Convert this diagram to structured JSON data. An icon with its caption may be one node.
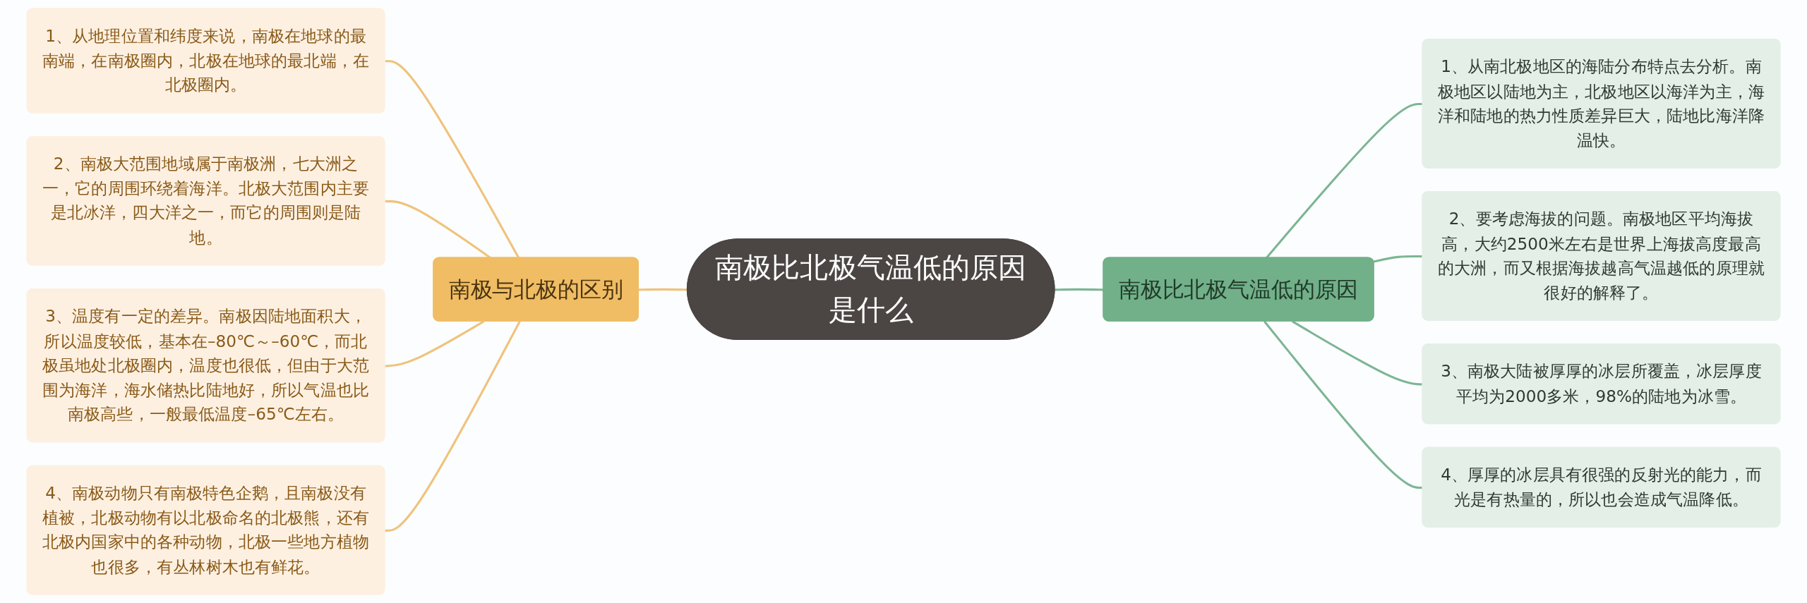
{
  "diagram": {
    "nodes": [
      {
        "text": [
          "南极比北极气温低的原因是什么"
        ]
      },
      {
        "text": [
          "南极与北极的区别"
        ]
      },
      {
        "text": [
          "1、从地理位置和纬度来说，南极在地球的最南端，在南极圈内，北极在地球的最北端，在北极圈内。"
        ]
      },
      {
        "text": [
          "2、南极大范围地域属于南极洲，七大洲之一，它的周围环绕着海洋。北极大范围内主要是北冰洋，四大洋之一，而它的周围则是陆地。"
        ]
      },
      {
        "text": [
          "3、温度有一定的差异。南极因陆地面积大，所以温度较低，基本在–80℃～–60℃，而北极虽地处北极圈内，温度也很低，但由于大范围为海洋，海水储热比陆地好，所以气温也比南极高些，一般最低温度–65℃左右。"
        ]
      },
      {
        "text": [
          "4、南极动物只有南极特色企鹅，且南极没有植被，北极动物有以北极命名的北极熊，还有北极内国家中的各种动物，北极一些地方植物也很多，有丛林树木也有鲜花。"
        ]
      },
      {
        "text": [
          "南极比北极气温低的原因"
        ]
      },
      {
        "text": [
          "1、从南北极地区的海陆分布特点去分析。南极地区以陆地为主，北极地区以海洋为主，海洋和陆地的热力性质差异巨大，陆地比海洋降温快。"
        ]
      },
      {
        "text": [
          "2、要考虑海拔的问题。南极地区平均海拔高，大约2500米左右是世界上海拔高度最高的大洲，而又根据海拔越高气温越低的原理就很好的解释了。"
        ]
      },
      {
        "text": [
          "3、南极大陆被厚厚的冰层所覆盖，冰层厚度平均为2000多米，98%的陆地为冰雪。"
        ]
      },
      {
        "text": [
          "4、厚厚的冰层具有很强的反射光的能力，而光是有热量的，所以也会造成气温降低。"
        ]
      }
    ],
    "edges": [
      {
        "from": 2,
        "to": 1,
        "arrow": "none",
        "color": "#f0c27b"
      },
      {
        "from": 3,
        "to": 1,
        "arrow": "none",
        "color": "#f0c27b"
      },
      {
        "from": 4,
        "to": 1,
        "arrow": "none",
        "color": "#f0c27b"
      },
      {
        "from": 5,
        "to": 1,
        "arrow": "none",
        "color": "#f0c27b"
      },
      {
        "from": 1,
        "to": 0,
        "arrow": "none",
        "color": "#f0c27b"
      },
      {
        "from": 0,
        "to": 6,
        "arrow": "none",
        "color": "#7db594"
      },
      {
        "from": 6,
        "to": 7,
        "arrow": "none",
        "color": "#7db594"
      },
      {
        "from": 6,
        "to": 8,
        "arrow": "none",
        "color": "#7db594"
      },
      {
        "from": 6,
        "to": 9,
        "arrow": "none",
        "color": "#7db594"
      },
      {
        "from": 6,
        "to": 10,
        "arrow": "none",
        "color": "#7db594"
      }
    ]
  }
}
